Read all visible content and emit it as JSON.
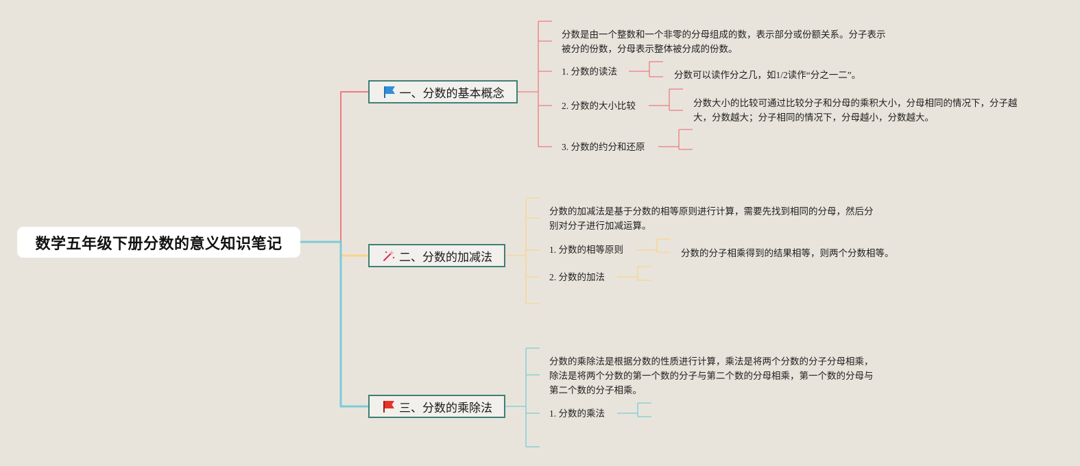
{
  "root": {
    "title": "数学五年级下册分数的意义知识笔记"
  },
  "colors": {
    "branch1": "#ee7b7b",
    "branch2": "#fbd38a",
    "branch3": "#7ccbd6",
    "topic_border": "#3e7f73"
  },
  "topics": [
    {
      "label": "一、分数的基本概念",
      "icon": "blue-flag-icon",
      "description": [
        "分数是由一个整数和一个非零的分母组成的数，表示部分或份额关系。分子表示",
        "被分的份数，分母表示整体被分成的份数。"
      ],
      "subtopics": [
        {
          "label": "1. 分数的读法",
          "detail": [
            "分数可以读作分之几，如1/2读作“分之一二”。"
          ]
        },
        {
          "label": "2. 分数的大小比较",
          "detail": [
            "分数大小的比较可通过比较分子和分母的乘积大小，分母相同的情况下，分子越",
            "大，分数越大；分子相同的情况下，分母越小，分数越大。"
          ]
        },
        {
          "label": "3. 分数的约分和还原",
          "detail": []
        }
      ]
    },
    {
      "label": "二、分数的加减法",
      "icon": "magic-wand-icon",
      "description": [
        "分数的加减法是基于分数的相等原则进行计算，需要先找到相同的分母，然后分",
        "别对分子进行加减运算。"
      ],
      "subtopics": [
        {
          "label": "1. 分数的相等原则",
          "detail": [
            "分数的分子相乘得到的结果相等，则两个分数相等。"
          ]
        },
        {
          "label": "2. 分数的加法",
          "detail": []
        }
      ]
    },
    {
      "label": "三、分数的乘除法",
      "icon": "red-flag-icon",
      "description": [
        "分数的乘除法是根据分数的性质进行计算，乘法是将两个分数的分子分母相乘，",
        "除法是将两个分数的第一个数的分子与第二个数的分母相乘，第一个数的分母与",
        "第二个数的分子相乘。"
      ],
      "subtopics": [
        {
          "label": "1. 分数的乘法",
          "detail": []
        }
      ]
    }
  ]
}
